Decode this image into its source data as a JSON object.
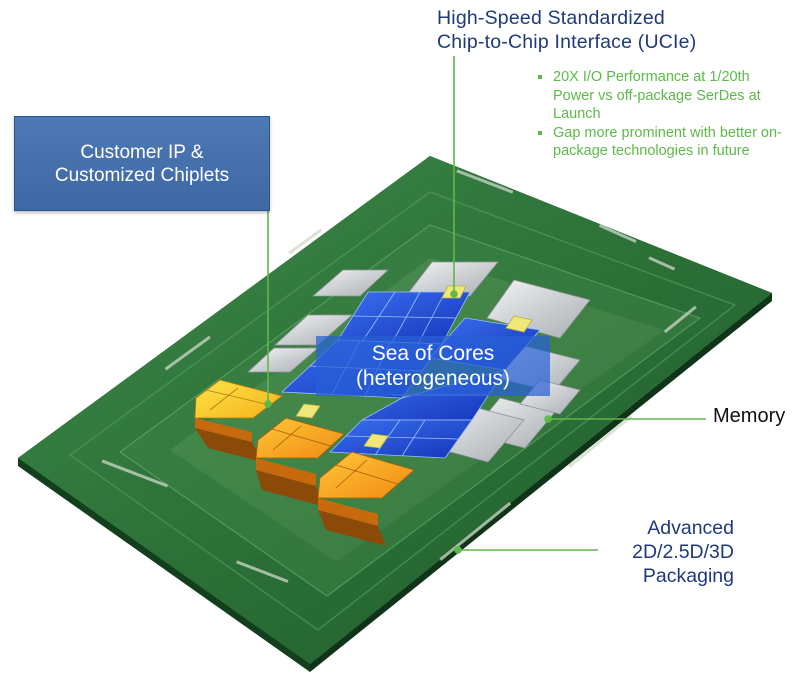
{
  "ucie": {
    "title_line1": "High-Speed Standardized",
    "title_line2": "Chip-to-Chip Interface (UCIe)",
    "bullets": [
      "20X I/O Performance at 1/20th Power vs off-package SerDes at Launch",
      "Gap more prominent with better on-package technologies in future"
    ]
  },
  "customer": {
    "line1": "Customer IP &",
    "line2": "Customized Chiplets"
  },
  "cores": {
    "line1": "Sea of Cores",
    "line2": "(heterogeneous)"
  },
  "memory": {
    "label": "Memory"
  },
  "packaging": {
    "line1": "Advanced",
    "line2": "2D/2.5D/3D",
    "line3": "Packaging"
  },
  "colors": {
    "title_text": "#1f3a78",
    "bullet_text": "#5fb84a",
    "leader_line": "#5fb84a",
    "customer_box": "#4470ab",
    "substrate": "#2f7a40",
    "core_blue": "#1f4fd6",
    "chiplet_orange": "#f0a21e",
    "memory_gray": "#c9ccd0",
    "ucie_yellow": "#f2eb7a"
  }
}
